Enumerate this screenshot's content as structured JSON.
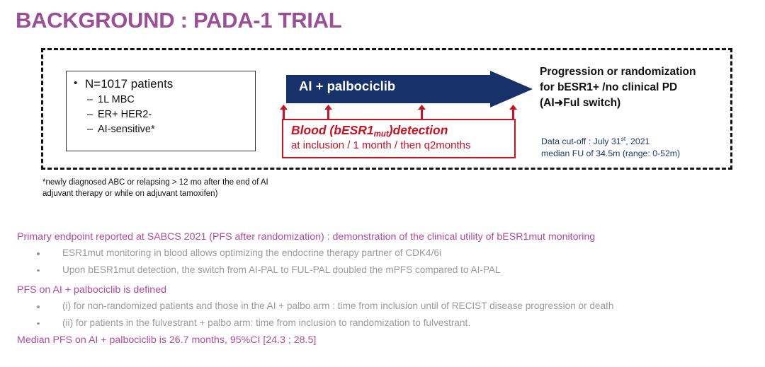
{
  "slide": {
    "title": "BACKGROUND : PADA-1 TRIAL"
  },
  "population_box": {
    "main_bullet": "N=1017 patients",
    "sub_bullets": [
      "1L MBC",
      "ER+ HER2-",
      "AI-sensitive*"
    ]
  },
  "treatment_arrow": {
    "label": "AI + palbociclib",
    "color": "#17326b"
  },
  "detection_box": {
    "title_pre": "Blood (bESR1",
    "title_sub": "mut",
    "title_post": ")detection",
    "schedule": "at inclusion / 1 month / then q2months",
    "color": "#cc1122",
    "tick_count": 4
  },
  "outcome": {
    "lines": [
      "Progression or randomization",
      "for bESR1+ /no clinical PD"
    ],
    "switch_pre": "(AI",
    "switch_arrow": "➜",
    "switch_post": "Ful switch)"
  },
  "cutoff": {
    "line1_pre": "Data cut-off : July 31",
    "line1_sup": "st",
    "line1_post": ", 2021",
    "line2": "median FU of 34.5m (range: 0-52m)",
    "color": "#1f3864"
  },
  "footnote": {
    "lines": [
      "*newly diagnosed ABC or relapsing > 12 mo after the end of AI",
      "adjuvant therapy or while on adjuvant tamoxifen)"
    ]
  },
  "narrative": {
    "heading1": "Primary endpoint reported at SABCS 2021 (PFS after randomization) : demonstration of the clinical utility of bESR1mut monitoring",
    "bullets1": [
      "ESR1mut monitoring in blood allows optimizing the endocrine therapy partner of CDK4/6i",
      "Upon bESR1mut detection,  the switch from AI-PAL to FUL-PAL doubled the mPFS compared to AI-PAL"
    ],
    "heading2": "PFS on AI + palbociclib is defined",
    "bullets2": [
      "(i) for non-randomized patients and those in the AI + palbo arm : time from inclusion until of RECIST disease progression or death",
      "(ii) for patients in the fulvestrant + palbo arm: time from inclusion to randomization to fulvestrant."
    ],
    "final": "Median PFS on AI + palbociclib is 26.7 months, 95%CI [24.3 ; 28.5]",
    "heading_color": "#b5499b",
    "bullet_color": "#9a9a9a"
  }
}
